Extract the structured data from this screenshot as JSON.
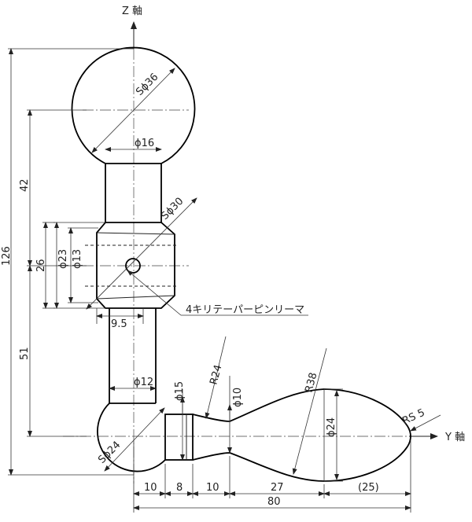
{
  "axes": {
    "z_label": "Z 軸",
    "y_label": "Y 軸"
  },
  "dimensions": {
    "sphere_top": "Sϕ36",
    "neck_upper": "ϕ16",
    "chamfer_sphere": "Sϕ30",
    "hub_outer": "ϕ23",
    "hub_hole": "ϕ13",
    "hub_width": "9.5",
    "neck_lower": "ϕ12",
    "sphere_bottom": "Sϕ24",
    "collar": "ϕ15",
    "grip_neck": "ϕ10",
    "grip_max": "ϕ24",
    "radius_24": "R24",
    "radius_38": "R38",
    "tip_radius": "RS 5",
    "total_height": "126",
    "upper_height": "42",
    "hub_height": "26",
    "lower_height": "51",
    "len_10a": "10",
    "len_8": "8",
    "len_10b": "10",
    "len_27": "27",
    "len_25": "(25)",
    "total_length": "80"
  },
  "note": {
    "hole_label": "4キリテーパーピンリーマ"
  }
}
